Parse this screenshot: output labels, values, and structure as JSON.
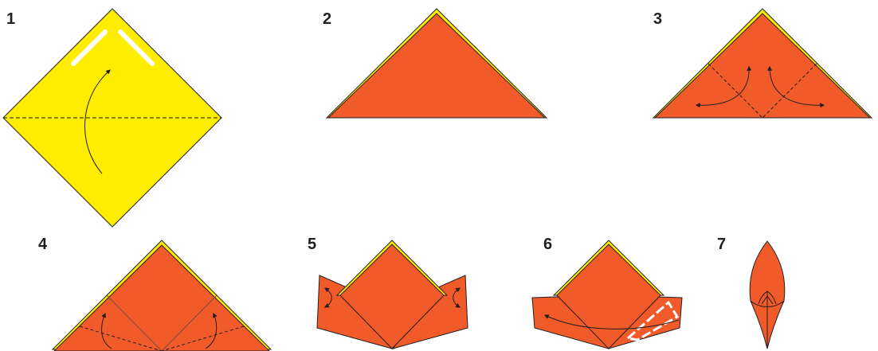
{
  "steps": [
    {
      "number": "1"
    },
    {
      "number": "2"
    },
    {
      "number": "3"
    },
    {
      "number": "4"
    },
    {
      "number": "5"
    },
    {
      "number": "6"
    },
    {
      "number": "7"
    }
  ],
  "colors": {
    "paper_back": "#ffed00",
    "paper_front": "#f15a29",
    "outline": "#231f20",
    "highlight": "#ffffff"
  }
}
